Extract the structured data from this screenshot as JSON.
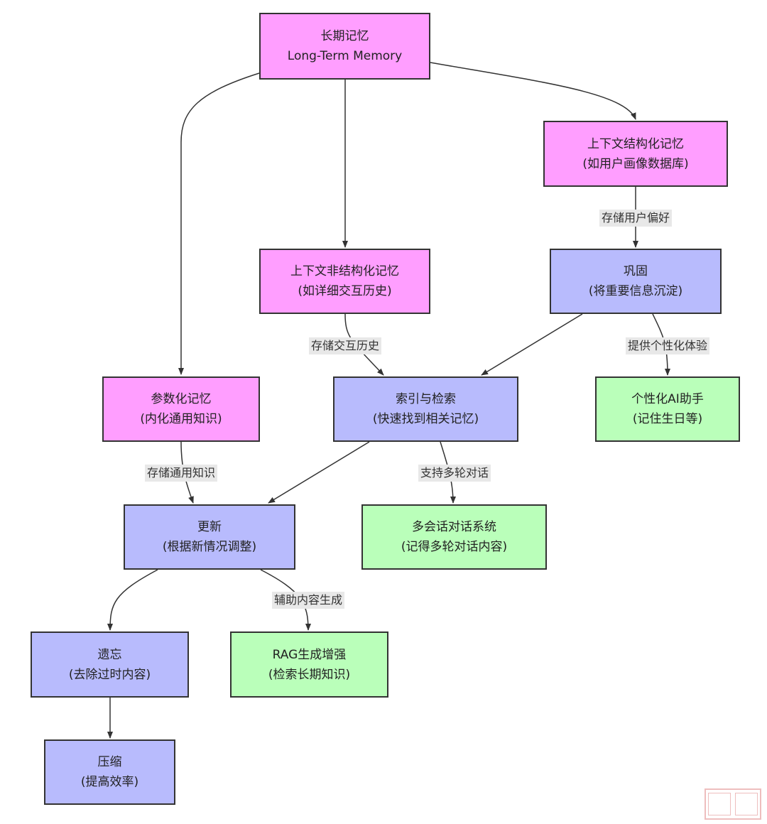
{
  "colors": {
    "pink": "#ff9eff",
    "blue": "#b8bbfd",
    "green": "#baffba",
    "edge": "#333333",
    "label_bg": "#e8e8e8"
  },
  "nodes": {
    "ltm": {
      "line1": "长期记忆",
      "line2": "Long-Term Memory"
    },
    "ctx_s": {
      "line1": "上下文结构化记忆",
      "line2": "(如用户画像数据库)"
    },
    "ctx_u": {
      "line1": "上下文非结构化记忆",
      "line2": "(如详细交互历史)"
    },
    "param": {
      "line1": "参数化记忆",
      "line2": "(内化通用知识)"
    },
    "consol": {
      "line1": "巩固",
      "line2": "(将重要信息沉淀)"
    },
    "index": {
      "line1": "索引与检索",
      "line2": "(快速找到相关记忆)"
    },
    "update": {
      "line1": "更新",
      "line2": "(根据新情况调整)"
    },
    "forget": {
      "line1": "遗忘",
      "line2": "(去除过时内容)"
    },
    "compress": {
      "line1": "压缩",
      "line2": "(提高效率)"
    },
    "assist": {
      "line1": "个性化AI助手",
      "line2": "(记住生日等)"
    },
    "multi": {
      "line1": "多会话对话系统",
      "line2": "(记得多轮对话内容)"
    },
    "rag": {
      "line1": "RAG生成增强",
      "line2": "(检索长期知识)"
    }
  },
  "edges": {
    "e1": "存储用户偏好",
    "e2": "存储交互历史",
    "e3": "提供个性化体验",
    "e4": "存储通用知识",
    "e5": "支持多轮对话",
    "e6": "辅助内容生成"
  }
}
